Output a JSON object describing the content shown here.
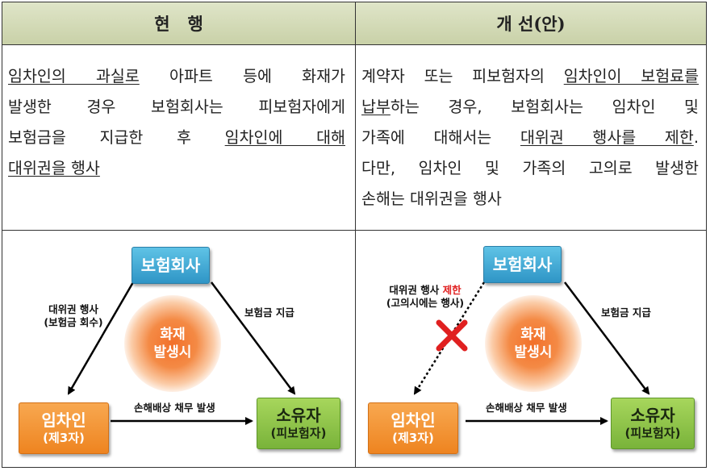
{
  "header": {
    "current": "현   행",
    "proposed": "개 선(안)"
  },
  "current_text": {
    "line1_a": "임차인의 과실로",
    "line1_b": " 아파트 등에 화재가",
    "line2": "발생한 경우 보험회사는 피보험자에게",
    "line3_a": "보험금을 지급한 후 ",
    "line3_b": "임차인에 대해",
    "line4": "대위권을 행사"
  },
  "proposed_text": {
    "line1_a": "계약자 또는 피보험자의 ",
    "line1_b": "임차인이 보험료를",
    "line2_a": "납부",
    "line2_b": "하는 경우, 보험회사는 임차인 및",
    "line3_a": "가족에 대해서는 ",
    "line3_b": "대위권 행사를 제한",
    "line3_c": ".",
    "line4": "다만, 임차인 및 가족의 고의로 발생한",
    "line5": "손해는 대위권을 행사"
  },
  "diagram_current": {
    "insurer": "보험회사",
    "center_line1": "화재",
    "center_line2": "발생시",
    "left_label_1": "대위권 행사",
    "left_label_2": "(보험금 회수)",
    "right_label": "보험금 지급",
    "bottom_label": "손해배상 채무 발생",
    "tenant_1": "임차인",
    "tenant_2": "(제3자)",
    "owner_1": "소유자",
    "owner_2": "(피보험자)"
  },
  "diagram_proposed": {
    "insurer": "보험회사",
    "center_line1": "화재",
    "center_line2": "발생시",
    "left_label_1": "대위권 행사 ",
    "left_label_red": "제한",
    "left_label_2": "(고의시에는 행사)",
    "right_label": "보험금 지급",
    "bottom_label": "손해배상 채무 발생",
    "tenant_1": "임차인",
    "tenant_2": "(제3자)",
    "owner_1": "소유자",
    "owner_2": "(피보험자)"
  },
  "colors": {
    "header_bg": "#d3dab6",
    "insurer_box": "#3aa6d6",
    "tenant_box": "#f39432",
    "owner_box": "#8fc64b",
    "cross_mark": "#e02020"
  }
}
